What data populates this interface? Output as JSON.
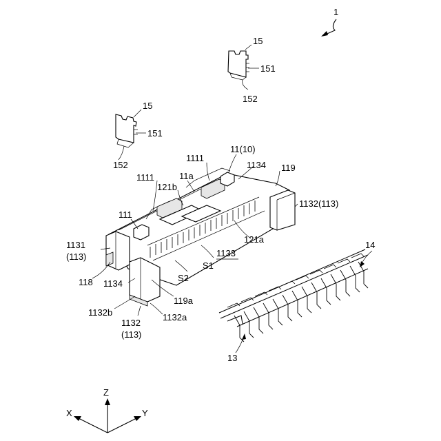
{
  "figure": {
    "labels": {
      "assembly": "1",
      "shell_top": "15",
      "shell_top_151": "151",
      "shell_top_152": "152",
      "shell_left": "15",
      "shell_left_151": "151",
      "shell_left_152": "152",
      "housing": "11(10)",
      "l1111_right": "1111",
      "l1134_top": "1134",
      "l119": "119",
      "l11a": "11a",
      "l1111_left": "1111",
      "l121b": "121b",
      "l1132_113_right": "1132(113)",
      "l111": "111",
      "l121a": "121a",
      "l1131": "1131",
      "l113_left": "(113)",
      "l1133": "1133",
      "lS1": "S1",
      "lS2": "S2",
      "l118": "118",
      "l1134_bottom": "1134",
      "l119a": "119a",
      "l1132b": "1132b",
      "l1132a": "1132a",
      "l1132_bottom": "1132",
      "l113_bottom": "(113)",
      "l14": "14",
      "l13": "13"
    },
    "axes": {
      "z": "Z",
      "x": "X",
      "y": "Y"
    }
  }
}
